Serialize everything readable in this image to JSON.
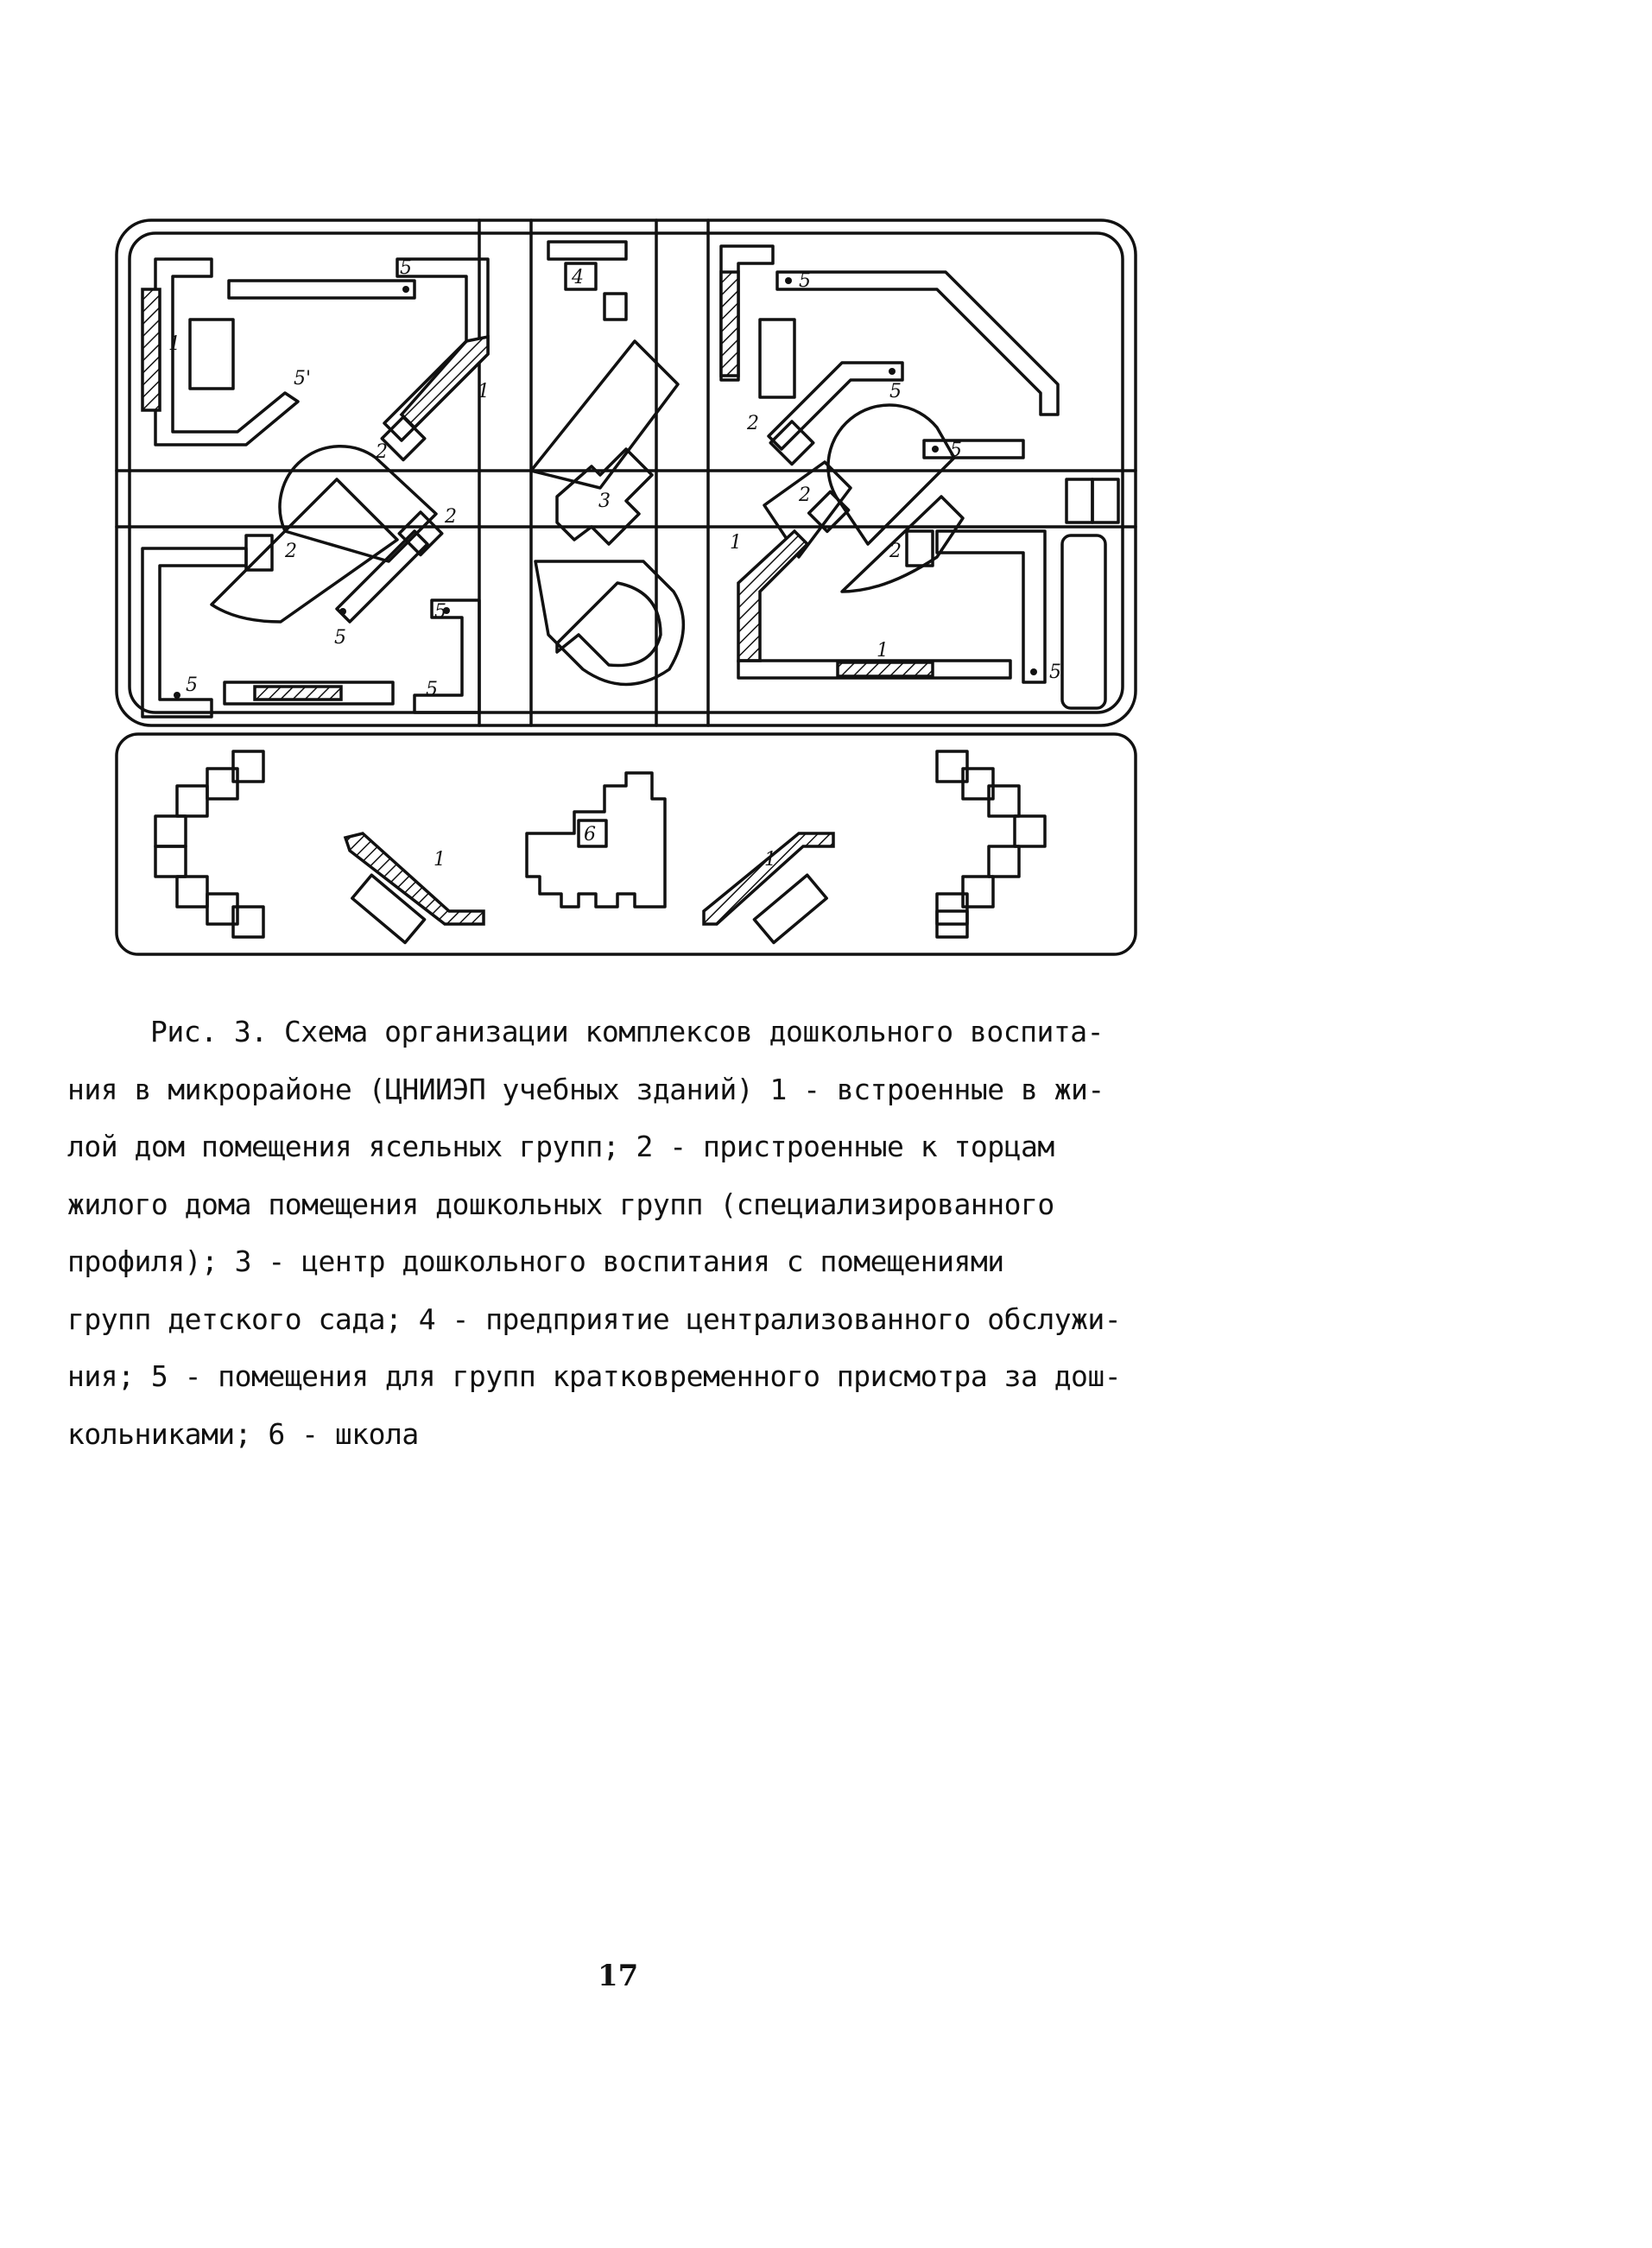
{
  "figure": {
    "labels": {
      "l1": "1",
      "l2": "2",
      "l3": "3",
      "l4": "4",
      "l5": "5",
      "l6": "6",
      "l5prime": "5'"
    }
  },
  "caption": {
    "lines": [
      "Рис. 3. Схема организации комплексов дошкольного воспита-",
      "ния в микрорайоне (ЦНИИЭП учебных зданий) 1 - встроенные в жи-",
      "лой дом помещения ясельных групп; 2 - пристроенные к торцам",
      "жилого дома помещения дошкольных групп (специализированного",
      "профиля); 3 - центр дошкольного воспитания с помещениями",
      "групп детского сада; 4 - предприятие централизованного обслужи-",
      "ния; 5 - помещения для групп кратковременного присмотра за дош-",
      "кольниками; 6 - школа"
    ]
  },
  "page_number": "17"
}
